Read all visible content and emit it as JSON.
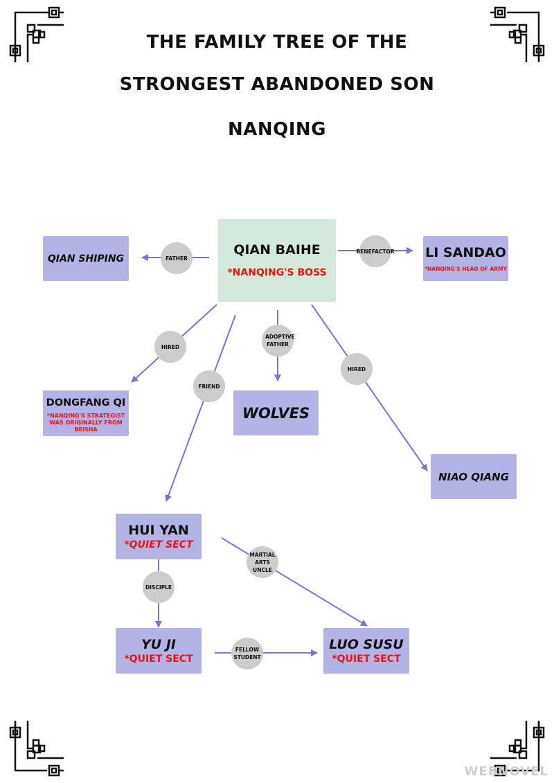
{
  "title": {
    "line1": "THE FAMILY TREE OF THE",
    "line2": "STRONGEST ABANDONED SON",
    "line3": "NANQING"
  },
  "colors": {
    "node": "#b3b3e6",
    "main_node": "#d4e8dc",
    "edge": "#7b72d8",
    "label_circle": "#cccccc",
    "note_text": "#ee1111"
  },
  "nodes": {
    "qian_baihe": {
      "name": "QIAN BAIHE",
      "note": "*NANQING'S BOSS"
    },
    "qian_shiping": {
      "name": "QIAN SHIPING",
      "note": ""
    },
    "li_sandao": {
      "name": "LI SANDAO",
      "note": "*NANQING'S HEAD OF ARMY"
    },
    "dongfang_qi": {
      "name": "DONGFANG QI",
      "note": "*NANQING'S STRATEGIST WAS ORIGINALLY FROM BEISHA"
    },
    "wolves": {
      "name": "WOLVES",
      "note": ""
    },
    "niao_qiang": {
      "name": "NIAO QIANG",
      "note": ""
    },
    "hui_yan": {
      "name": "HUI YAN",
      "note": "*QUIET SECT"
    },
    "yu_ji": {
      "name": "YU JI",
      "note": "*QUIET SECT"
    },
    "luo_susu": {
      "name": "LUO SUSU",
      "note": "*QUIET SECT"
    }
  },
  "edges": [
    {
      "from": "qian_baihe",
      "to": "qian_shiping",
      "label": "FATHER"
    },
    {
      "from": "qian_baihe",
      "to": "li_sandao",
      "label": "BENEFACTOR"
    },
    {
      "from": "qian_baihe",
      "to": "dongfang_qi",
      "label": "HIRED"
    },
    {
      "from": "qian_baihe",
      "to": "hui_yan",
      "label": "FRIEND"
    },
    {
      "from": "qian_baihe",
      "to": "wolves",
      "label": "ADOPTIVE FATHER"
    },
    {
      "from": "qian_baihe",
      "to": "niao_qiang",
      "label": "HIRED"
    },
    {
      "from": "hui_yan",
      "to": "yu_ji",
      "label": "DISCIPLE"
    },
    {
      "from": "hui_yan",
      "to": "luo_susu",
      "label": "MARTIAL ARTS UNCLE"
    },
    {
      "from": "yu_ji",
      "to": "luo_susu",
      "label": "FELLOW STUDENT"
    }
  ],
  "watermark": "WEBNOVEL"
}
